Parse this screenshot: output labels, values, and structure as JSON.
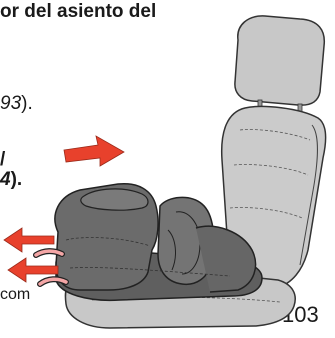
{
  "page": {
    "heading": "or del asiento del",
    "ref1_text": "93",
    "ref1_close": ").",
    "slash": "/",
    "ref2_text": "4",
    "ref2_close": ").",
    "site_fragment": "com",
    "page_number": "103"
  },
  "colors": {
    "arrow_red": "#e8412c",
    "strap_pink": "#f4a6a6",
    "seat_gray": "#c8c8c8",
    "booster_gray": "#6b6b6b"
  }
}
